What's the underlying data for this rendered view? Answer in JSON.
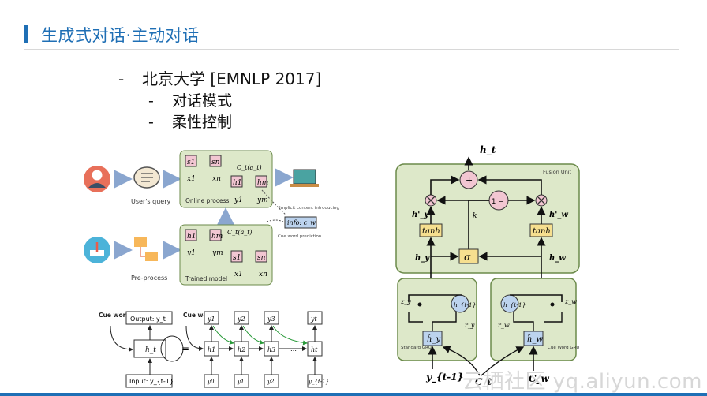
{
  "header": {
    "title": "生成式对话·主动对话"
  },
  "bullets": {
    "l1": "北京大学 [EMNLP 2017]",
    "l2a": "对话模式",
    "l2b": "柔性控制",
    "dash": "-"
  },
  "left_diagram": {
    "users_query": "User's query",
    "online_process": "Online process",
    "pre_process": "Pre-process",
    "trained_model": "Trained model",
    "implicit_text": "Implicit content introducing",
    "cue_word_prediction": "Cue word prediction",
    "info_cw": "info: c_w",
    "c_t": "C_t(a_t)",
    "s1": "s1",
    "sn": "sn",
    "x1": "x1",
    "xn": "xn",
    "h1": "h1",
    "hm": "hm",
    "y1": "y1",
    "ym": "ym"
  },
  "bottom_diagram": {
    "cue_word": "Cue word",
    "output": "Output: y_t",
    "input": "Input: y_{t-1}",
    "ht": "h_t",
    "equals": "=",
    "y_top": [
      "y1",
      "y2",
      "y3",
      "yt"
    ],
    "h_mid": [
      "h1",
      "h2",
      "h3",
      "ht"
    ],
    "y_bottom": [
      "y0",
      "y1",
      "y2",
      "y_{t-1}"
    ]
  },
  "right_diagram": {
    "ht_out": "h_t",
    "fusion_unit": "Fusion Unit",
    "plus": "+",
    "one_minus": "1 −",
    "k": "k",
    "tanh": "tanh",
    "sigma": "σ",
    "hy_prime": "h'_y",
    "hw_prime": "h'_w",
    "hy": "h_y",
    "hw": "h_w",
    "zy": "z_y",
    "zw": "z_w",
    "ry": "r_y",
    "rw": "r_w",
    "ht1": "h_{t-1}",
    "hy_tilde": "h̃_y",
    "hw_tilde": "h̃_w",
    "standard_gru": "Standard GRU",
    "cueword_gru": "Cue Word GRU",
    "yt1": "y_{t-1}",
    "ct": "C_t",
    "cw": "C_w"
  },
  "watermark": "云栖社区 yq.aliyun.com",
  "colors": {
    "accent": "#1f6fb5",
    "panel_green": "#dde8c9",
    "panel_border": "#6b8a4a",
    "tanh_fill": "#f6df8f",
    "node_pink": "#f2c6d2",
    "node_blue": "#bcd3ee"
  }
}
